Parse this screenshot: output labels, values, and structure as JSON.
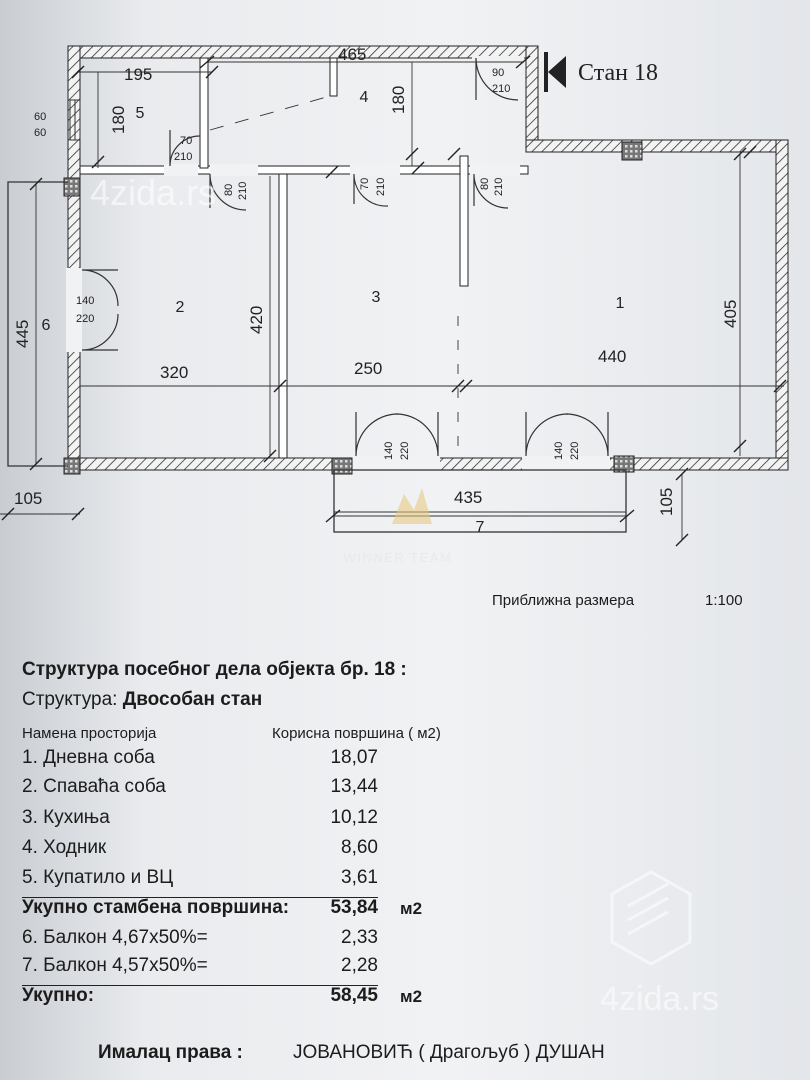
{
  "plan": {
    "unit_label": "Стан 18",
    "room_numbers": [
      "1",
      "2",
      "3",
      "4",
      "5",
      "6",
      "7"
    ],
    "dimensions": {
      "d195": "195",
      "d465": "465",
      "d180a": "180",
      "d180b": "180",
      "d420": "420",
      "d445": "445",
      "d320": "320",
      "d250": "250",
      "d440": "440",
      "d405": "405",
      "d435": "435",
      "d105a": "105",
      "d105b": "105"
    },
    "doors": {
      "entry": [
        "90",
        "210"
      ],
      "bath": [
        "70",
        "210"
      ],
      "bed": [
        "80",
        "210"
      ],
      "kitchen": [
        "70",
        "210"
      ],
      "living": [
        "80",
        "210"
      ],
      "window_small": [
        "60",
        "60"
      ],
      "balcony_left": [
        "140",
        "220"
      ],
      "balcony_mid": [
        "140",
        "220"
      ],
      "balcony_right": [
        "140",
        "220"
      ]
    }
  },
  "watermarks": {
    "top": "4zida.rs",
    "bottom": "4zida.rs",
    "center": "WINNER TEAM"
  },
  "scale": {
    "label": "Приближна размера",
    "value": "1:100"
  },
  "structure": {
    "title": "Структура посебног дела објекта бр. 18 :",
    "type_label": "Структура:",
    "type_value": "Двособан стан",
    "col_room": "Намена просторија",
    "col_area": "Корисна површина ( м2)",
    "rooms": [
      {
        "name": "1. Дневна соба",
        "area": "18,07"
      },
      {
        "name": "2. Спаваћа соба",
        "area": "13,44"
      },
      {
        "name": "3. Кухиња",
        "area": "10,12"
      },
      {
        "name": "4. Ходник",
        "area": "8,60"
      },
      {
        "name": "5. Купатило и ВЦ",
        "area": "3,61"
      }
    ],
    "total_living_label": "Укупно стамбена површина:",
    "total_living_value": "53,84",
    "unit": "м2",
    "balconies": [
      {
        "name": "6. Балкон  4,67x50%=",
        "area": "2,33"
      },
      {
        "name": "7. Балкон  4,57x50%=",
        "area": "2,28"
      }
    ],
    "total_label": "Укупно:",
    "total_value": "58,45",
    "total_unit": "м2"
  },
  "owner": {
    "label": "Ималац права :",
    "name": "ЈОВАНОВИЋ ( Драгољуб ) ДУШАН"
  }
}
